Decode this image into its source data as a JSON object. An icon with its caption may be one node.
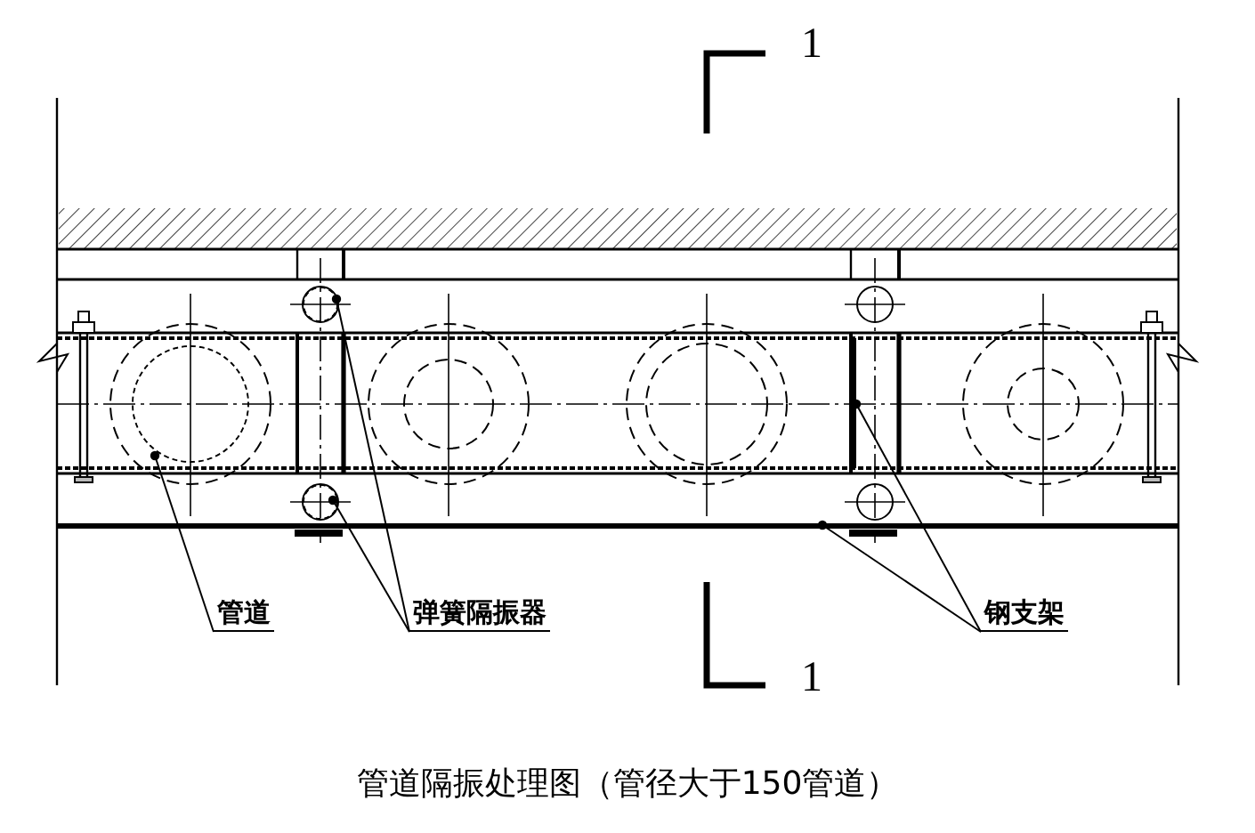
{
  "diagram": {
    "caption": "管道隔振处理图（管径大于150管道）",
    "nodes": [
      {
        "text": [
          "管道"
        ]
      },
      {
        "text": [
          "弹簧隔振器"
        ]
      },
      {
        "text": [
          "钢支架"
        ]
      },
      {
        "text": [],
        "shape": "circle"
      },
      {
        "text": [],
        "shape": "circle"
      },
      {
        "text": [],
        "shape": "circle"
      },
      {
        "text": [],
        "shape": "bar"
      },
      {
        "text": [],
        "shape": "bar"
      }
    ],
    "edges": [
      {
        "from": 0,
        "to": 3,
        "arrow": "other"
      },
      {
        "from": 1,
        "to": 4,
        "arrow": "other"
      },
      {
        "from": 1,
        "to": 5,
        "arrow": "other"
      },
      {
        "from": 2,
        "to": 6,
        "arrow": "other"
      },
      {
        "from": 2,
        "to": 7,
        "arrow": "other"
      }
    ],
    "labels": [
      "1",
      "1"
    ]
  }
}
